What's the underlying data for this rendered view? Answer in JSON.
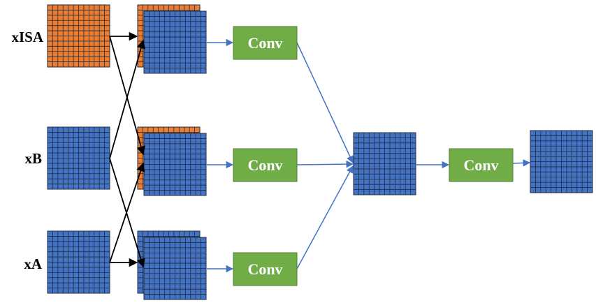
{
  "labels": {
    "row_top": "xISA",
    "row_middle": "xB",
    "row_bottom": "xA"
  },
  "conv_blocks": {
    "top": "Conv",
    "middle": "Conv",
    "bottom": "Conv",
    "final": "Conv"
  },
  "colors": {
    "orange_grid": "#ED7D31",
    "blue_grid": "#4472C4",
    "grid_lines": "#1F2D3D",
    "conv_fill": "#70AD47",
    "blue_arrow": "#4472C4",
    "black_arrow": "#000000"
  },
  "grid": {
    "cells_per_side": 12
  }
}
